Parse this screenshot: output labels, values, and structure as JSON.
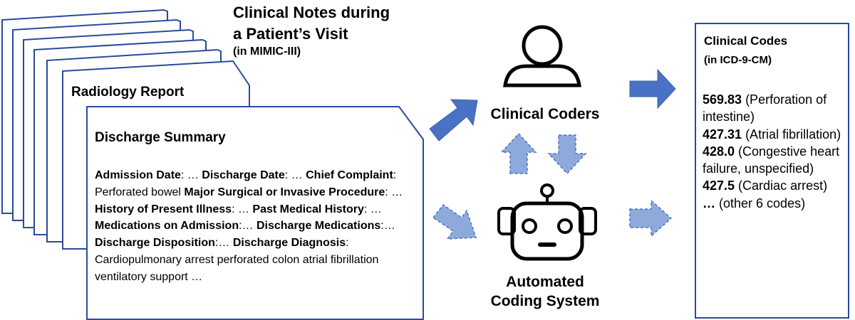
{
  "notes_title": [
    "Clinical Notes during",
    "a Patient’s Visit"
  ],
  "notes_source": "(in MIMIC-III)",
  "radiology_label": "Radiology Report",
  "discharge": {
    "title": "Discharge Summary",
    "body": [
      {
        "t": "Admission Date",
        "b": true
      },
      {
        "t": ":  … ",
        "b": false
      },
      {
        "t": "Discharge Date",
        "b": true
      },
      {
        "t": ":   … ",
        "b": false
      },
      {
        "t": "Chief Complaint",
        "b": true
      },
      {
        "t": ": Perforated bowel ",
        "b": false
      },
      {
        "t": "Major Surgical or Invasive Procedure",
        "b": true
      },
      {
        "t": ": … ",
        "b": false
      },
      {
        "t": "History of Present Illness",
        "b": true
      },
      {
        "t": ": … ",
        "b": false
      },
      {
        "t": "Past Medical History",
        "b": true
      },
      {
        "t": ": … ",
        "b": false
      },
      {
        "t": "Medications on Admission",
        "b": true
      },
      {
        "t": ":… ",
        "b": false
      },
      {
        "t": "Discharge Medications",
        "b": true
      },
      {
        "t": ":… ",
        "b": false
      },
      {
        "t": "Discharge Disposition",
        "b": true
      },
      {
        "t": ":… ",
        "b": false
      },
      {
        "t": "Discharge Diagnosis",
        "b": true
      },
      {
        "t": ": ",
        "b": false
      },
      {
        "t": "Cardiopulmonary arrest perforated colon atrial fibrillation ventilatory support …",
        "b": false
      }
    ]
  },
  "coders_label": "Clinical Coders",
  "automated_label": [
    "Automated",
    "Coding System"
  ],
  "codes": {
    "title": [
      "Clinical Codes",
      "(in ICD-9-CM)"
    ],
    "items": [
      {
        "code": "569.83",
        "desc": " (Perforation of intestine)"
      },
      {
        "code": "427.31",
        "desc": " (Atrial fibrillation)"
      },
      {
        "code": "428.0",
        "desc": " (Congestive heart failure, unspecified)"
      },
      {
        "code": "427.5",
        "desc": " (Cardiac arrest)"
      },
      {
        "code": "…",
        "desc": " (other 6 codes)"
      }
    ]
  },
  "colors": {
    "doc_outline": "#2a4b9b",
    "arrow_solid": "#4a72c4",
    "arrow_dashed": "#8eaadb",
    "arrow_dashed_stroke": "#4a72c4",
    "icon": "#000000"
  }
}
